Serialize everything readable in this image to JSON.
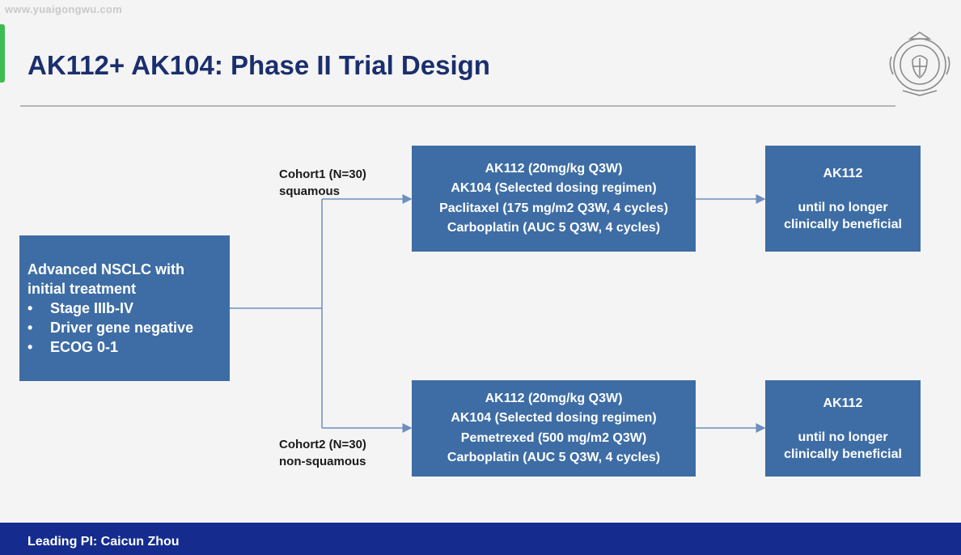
{
  "watermark": "www.yuaigongwu.com",
  "slide": {
    "title": "AK112+ AK104:  Phase II Trial Design"
  },
  "start_box": {
    "heading_line1": "Advanced NSCLC with",
    "heading_line2": "initial treatment",
    "bullets": [
      "Stage IIIb-IV",
      "Driver gene negative",
      "ECOG 0-1"
    ],
    "bullet_symbol": "•"
  },
  "cohorts": [
    {
      "label_line1": "Cohort1  (N=30)",
      "label_line2": "squamous",
      "regimen": [
        "AK112 (20mg/kg Q3W)",
        "AK104 (Selected dosing regimen)",
        "Paclitaxel (175 mg/m2 Q3W, 4 cycles)",
        "Carboplatin (AUC 5 Q3W, 4 cycles)"
      ],
      "maintenance": {
        "drug": "AK112",
        "line1": "until no longer",
        "line2": "clinically beneficial"
      }
    },
    {
      "label_line1": "Cohort2  (N=30)",
      "label_line2": "non-squamous",
      "regimen": [
        "AK112 (20mg/kg Q3W)",
        "AK104 (Selected dosing regimen)",
        "Pemetrexed (500 mg/m2 Q3W)",
        "Carboplatin (AUC 5 Q3W, 4 cycles)"
      ],
      "maintenance": {
        "drug": "AK112",
        "line1": "until no longer",
        "line2": "clinically beneficial"
      }
    }
  ],
  "footer": {
    "text": "Leading PI: Caicun Zhou"
  },
  "colors": {
    "title": "#1b2f6e",
    "box": "#3e6da5",
    "footer": "#152c8e",
    "connector": "#6d8fbf"
  }
}
